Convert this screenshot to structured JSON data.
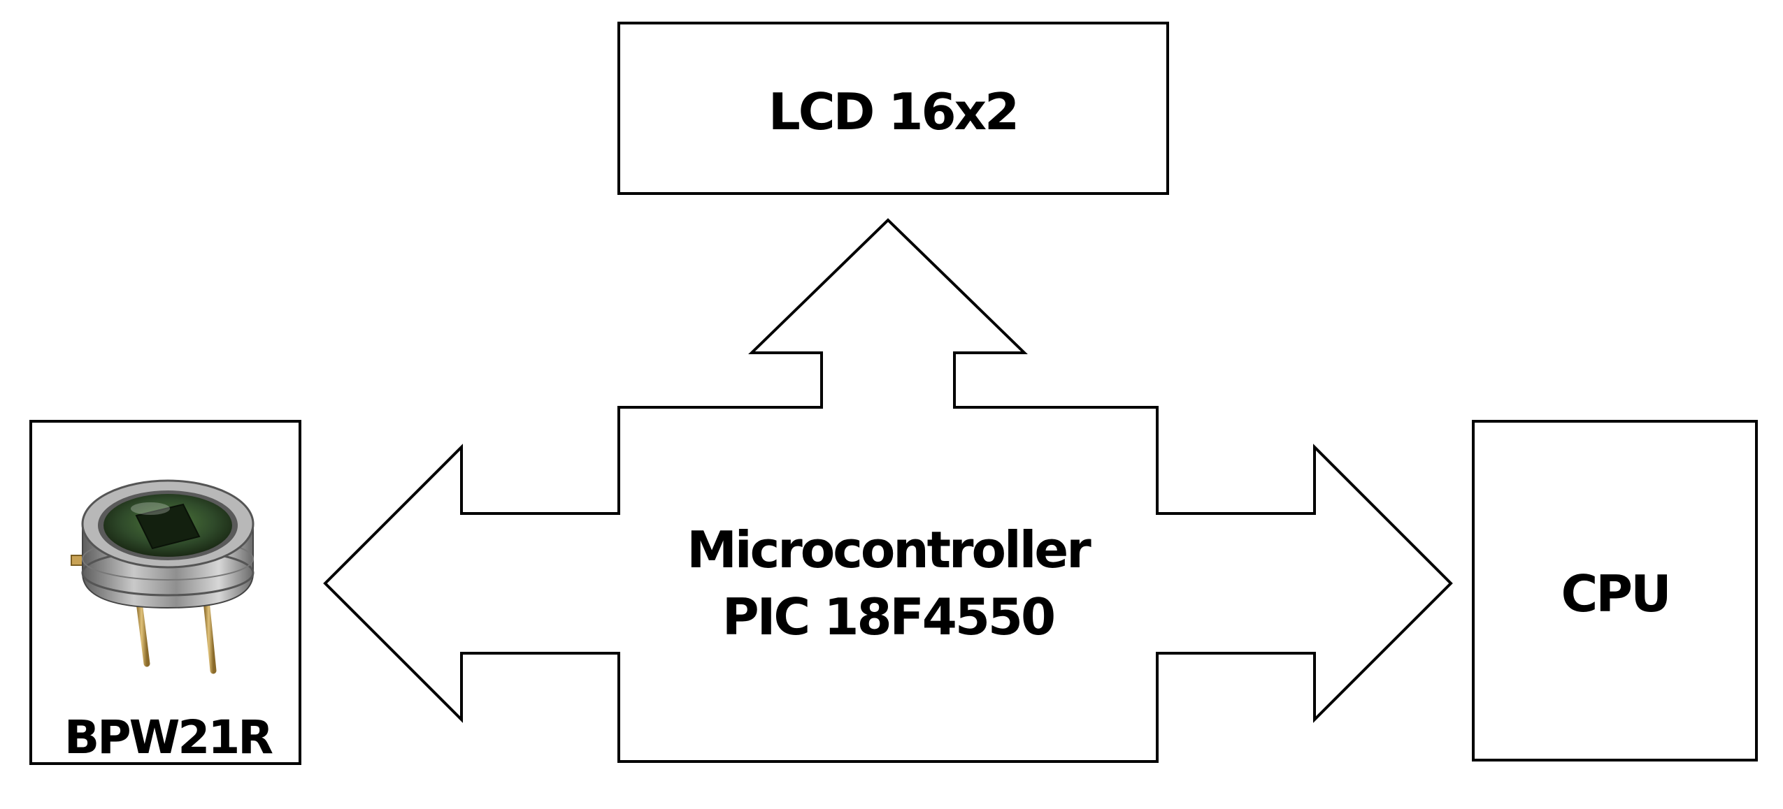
{
  "diagram": {
    "lcd_label": "LCD 16x2",
    "mcu_line1": "Microcontroller",
    "mcu_line2": "PIC 18F4550",
    "sensor_label": "BPW21R",
    "cpu_label": "CPU",
    "sensor_icon": "photodiode-icon"
  },
  "colors": {
    "stroke": "#000000",
    "background": "#ffffff",
    "sensor_body": "#9a9a9a",
    "sensor_window": "#2f4a2a",
    "sensor_leads": "#c8a255"
  }
}
